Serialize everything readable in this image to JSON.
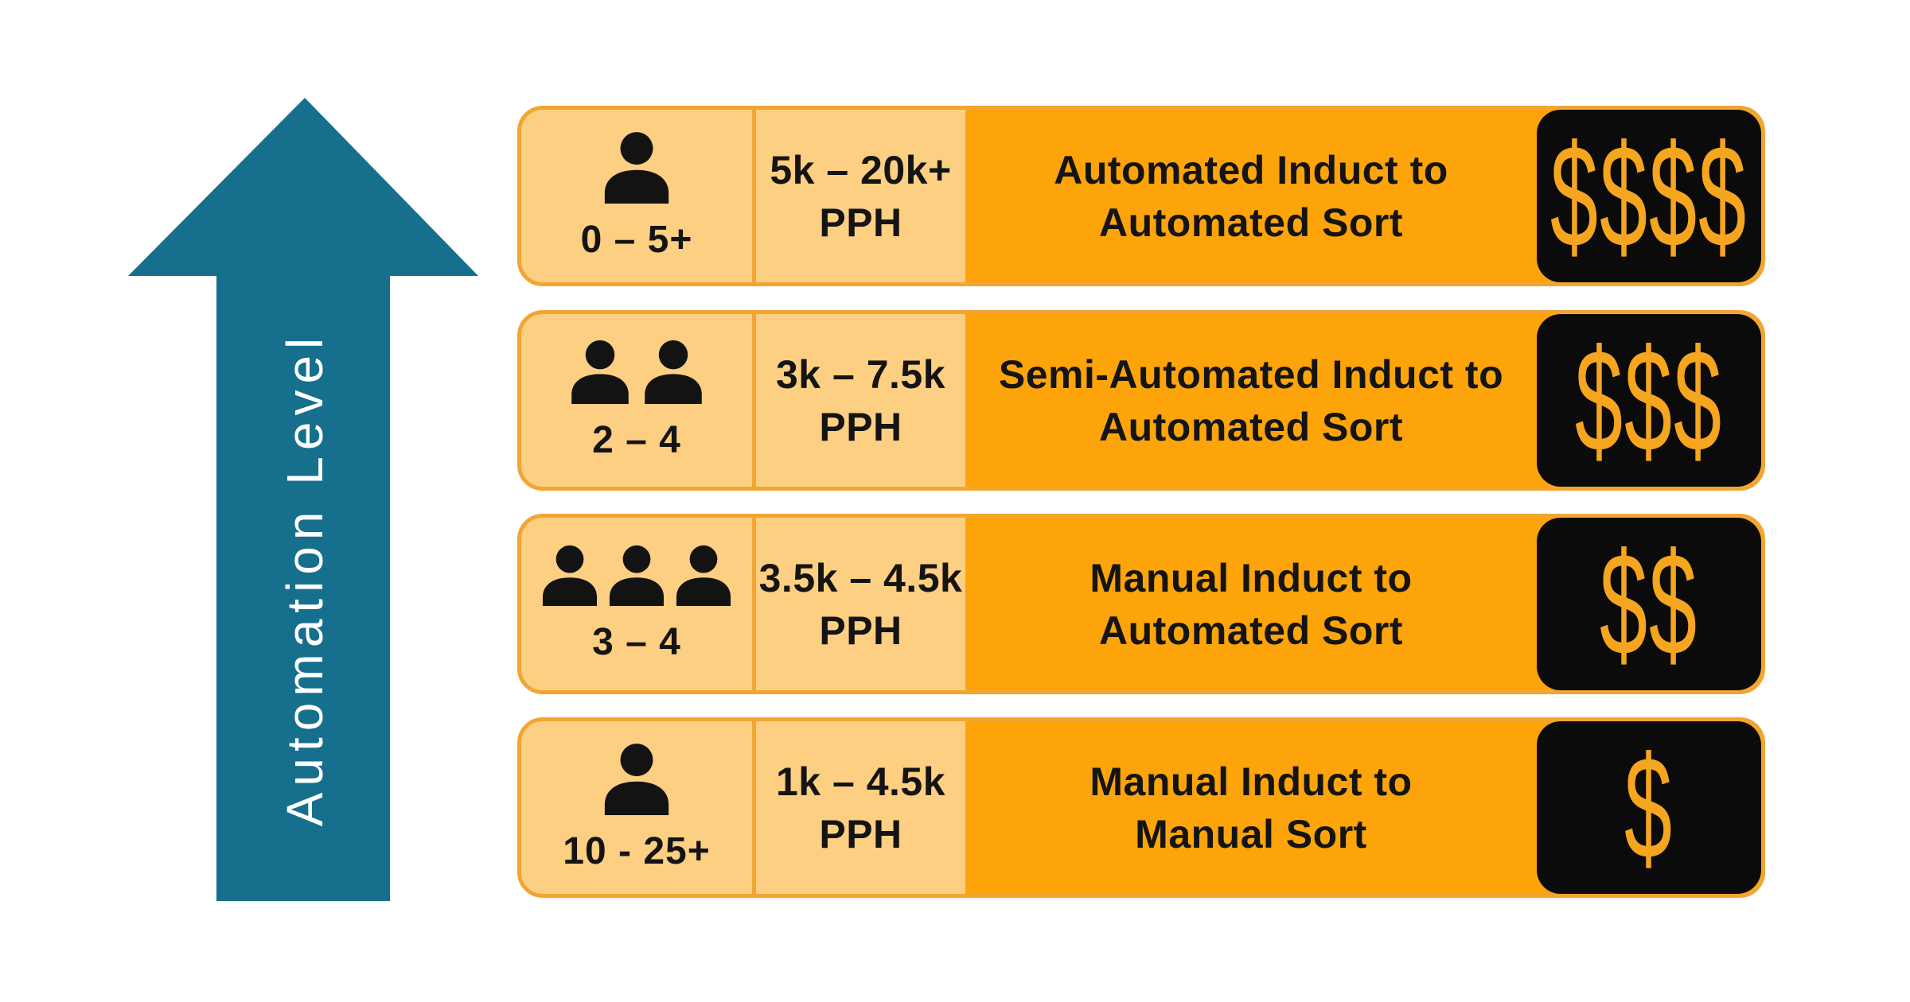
{
  "arrow": {
    "label": "Automation Level"
  },
  "colors": {
    "teal": "#166F8C",
    "light_orange": "#FCCF82",
    "medium_orange": "#FCA40A",
    "border_orange": "#F2A532",
    "pill_black": "#0B0B0C",
    "dollar_orange": "#F6A51F",
    "text_dark": "#141414",
    "arrow_label_white": "#FFFFFF",
    "background": "#FFFFFF"
  },
  "rows": [
    {
      "people_count": 1,
      "people_label": "0 – 5+",
      "pph_line1": "5k – 20k+",
      "pph_line2": "PPH",
      "description_line1": "Automated Induct to",
      "description_line2": "Automated Sort",
      "cost": "$$$$"
    },
    {
      "people_count": 2,
      "people_label": "2 – 4",
      "pph_line1": "3k – 7.5k",
      "pph_line2": "PPH",
      "description_line1": "Semi-Automated Induct to",
      "description_line2": "Automated Sort",
      "cost": "$$$"
    },
    {
      "people_count": 3,
      "people_label": "3 – 4",
      "pph_line1": "3.5k – 4.5k",
      "pph_line2": "PPH",
      "description_line1": "Manual Induct to",
      "description_line2": "Automated Sort",
      "cost": "$$"
    },
    {
      "people_count": 1,
      "people_label": "10 - 25+",
      "pph_line1": "1k – 4.5k",
      "pph_line2": "PPH",
      "description_line1": "Manual Induct to",
      "description_line2": "Manual Sort",
      "cost": "$"
    }
  ]
}
